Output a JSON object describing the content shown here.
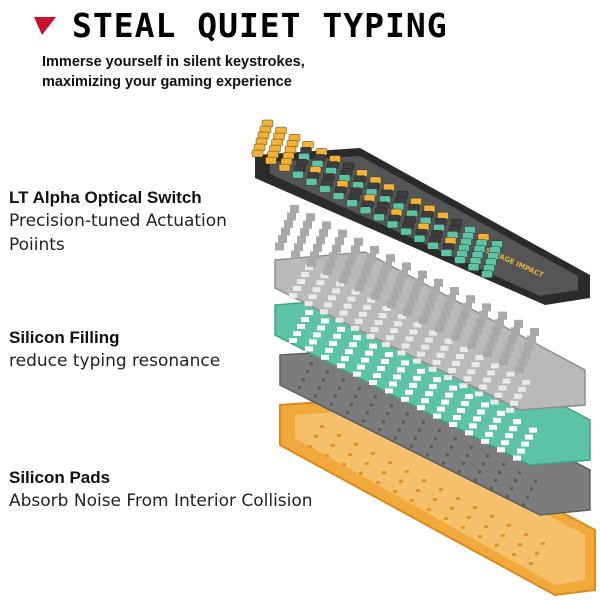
{
  "headline": {
    "title": "STEAL QUIET TYPING",
    "accent_color": "#c8102e",
    "icon": "red-flag-icon"
  },
  "subtitle": {
    "line1": "Immerse yourself in silent keystrokes,",
    "line2": "maximizing your gaming experience"
  },
  "features": [
    {
      "title": "LT Alpha Optical Switch",
      "desc_line1": "Precision-tuned Actuation",
      "desc_line2": "Poiints"
    },
    {
      "title": "Silicon Filling",
      "desc_line1": "reduce typing resonance"
    },
    {
      "title": "Silicon Pads",
      "desc_line1": "Absorb Noise From Interior Collision"
    }
  ],
  "illustration": {
    "brand_label": "SAVAGE IMPACT",
    "layer_colors": {
      "case": "#f2a93b",
      "pad": "#7c7c7c",
      "foam": "#5cc3a5",
      "plate": "#b9b9b9",
      "switch": "#a9a9a9",
      "frame": "#2b2b2b",
      "keycap_dark": "#3d3d3d",
      "keycap_teal": "#5cc3a5",
      "keycap_yellow": "#f2b233"
    }
  }
}
